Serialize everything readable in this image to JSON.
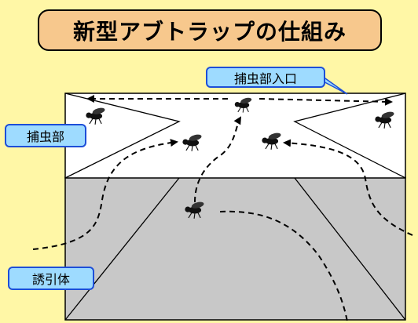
{
  "title": "新型アブトラップの仕組み",
  "labels": {
    "entrance": "捕虫部入口",
    "capture": "捕虫部",
    "attractor": "誘引体"
  },
  "colors": {
    "background": "#fff7a6",
    "title_fill": "#f7c88d",
    "callout_fill": "#9edbff",
    "callout_border": "#1d4ed8",
    "capture_section": "#ffffff",
    "attractor_section": "#c8c8c8"
  },
  "icons": [
    "fly-icon",
    "arrow-icon"
  ]
}
